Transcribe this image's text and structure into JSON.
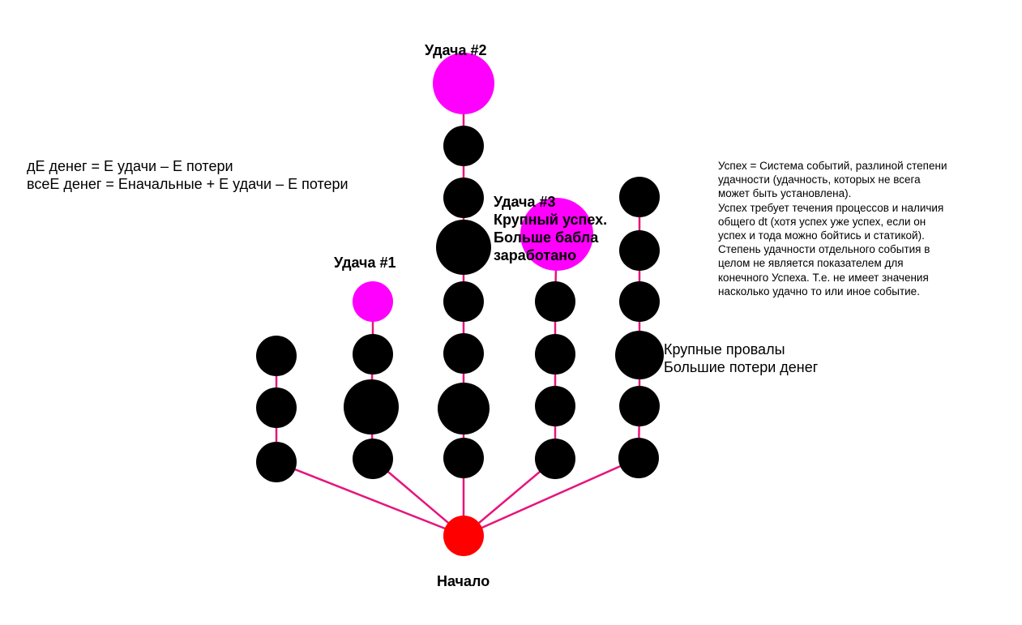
{
  "colors": {
    "edge": "#e6157d",
    "node_normal": "#000000",
    "node_success": "#ff00ff",
    "node_start": "#ff0000"
  },
  "formula": {
    "line1": "дЕ денег = Е удачи – Е потери",
    "line2": "всеЕ денег = Еначальные + Е удачи – Е потери"
  },
  "note_lines": [
    "Успех = Система событий, разлиной степени",
    "удачности (удачность, которых не всега",
    "может быть установлена).",
    "Успех требует течения процессов и наличия",
    "общего dt (хотя успех уже успех, если он",
    "успех и тода можно бойтись и статикой).",
    "Степень удачности отдельного события в",
    "целом не является показателем для",
    "конечного Успеха. Т.е. не имеет значения",
    "насколько удачно то или иное событие."
  ],
  "labels": {
    "success1": "Удача #1",
    "success2": "Удача #2",
    "success3_lines": [
      "Удача #3",
      "Крупный успех.",
      "Больше бабла",
      "заработано"
    ],
    "start": "Начало",
    "failure_lines": [
      "Крупные провалы",
      "Большие потери денег"
    ]
  }
}
